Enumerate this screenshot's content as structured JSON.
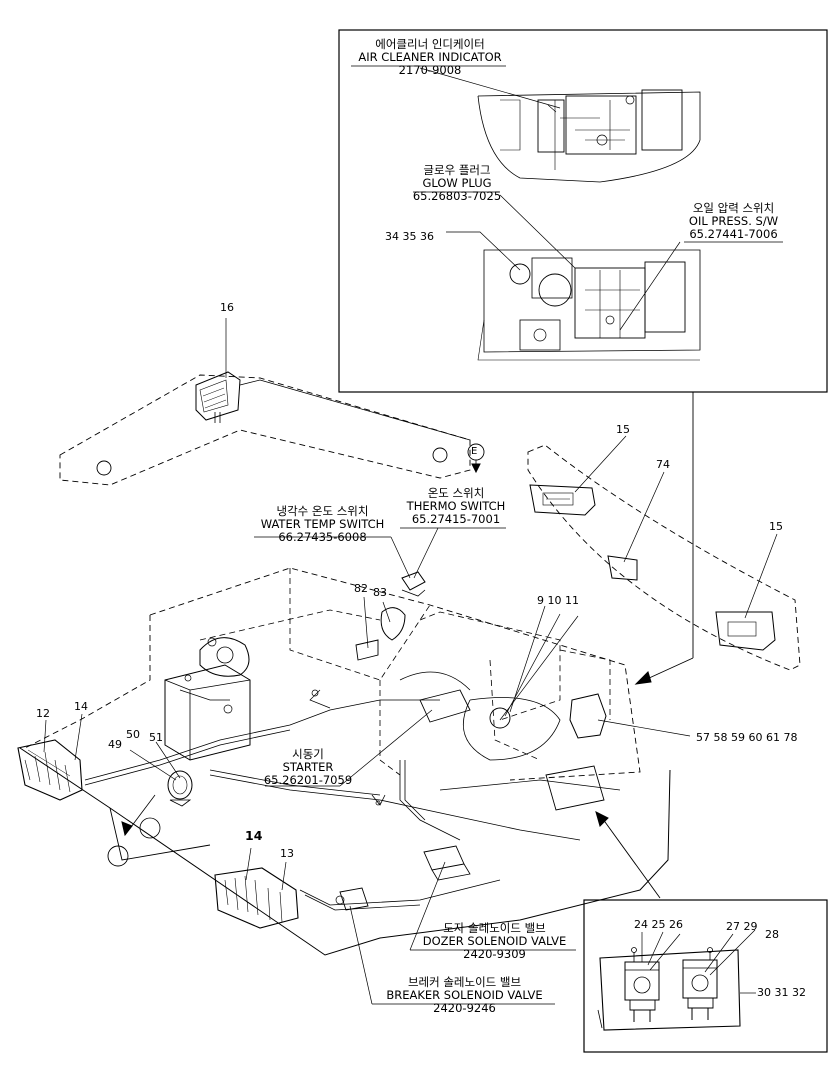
{
  "callouts": {
    "air_cleaner": {
      "kr": "에어클리너 인디케이터",
      "en": "AIR CLEANER INDICATOR",
      "part": "2170-9008"
    },
    "glow_plug": {
      "kr": "글로우 플러그",
      "en": "GLOW PLUG",
      "part": "65.26803-7025"
    },
    "oil_press": {
      "kr": "오일 압력 스위치",
      "en": "OIL PRESS. S/W",
      "part": "65.27441-7006"
    },
    "water_temp": {
      "kr": "냉각수 온도 스위치",
      "en": "WATER TEMP SWITCH",
      "part": "66.27435-6008"
    },
    "thermo": {
      "kr": "온도 스위치",
      "en": "THERMO SWITCH",
      "part": "65.27415-7001"
    },
    "starter": {
      "kr": "시동기",
      "en": "STARTER",
      "part": "65.26201-7059"
    },
    "dozer": {
      "kr": "도자 솔레노이드 밸브",
      "en": "DOZER SOLENOID VALVE",
      "part": "2420-9309"
    },
    "breaker": {
      "kr": "브레커 솔레노이드 밸브",
      "en": "BREAKER SOLENOID VALVE",
      "part": "2420-9246"
    }
  },
  "numbers": {
    "n34_35_36": "34  35  36",
    "n16": "16",
    "nE": "E",
    "n15a": "15",
    "n74": "74",
    "n15b": "15",
    "n82": "82",
    "n83": "83",
    "n9_10_11": "9   10   11",
    "n57_78": "57   58   59  60   61  78",
    "n12": "12",
    "n14a": "14",
    "n49": "49",
    "n50": "50",
    "n51": "51",
    "n14b": "14",
    "n13": "13",
    "n24_25_26": "24  25  26",
    "n27_29": "27  29",
    "n28": "28",
    "n30_32": "30  31  32"
  }
}
